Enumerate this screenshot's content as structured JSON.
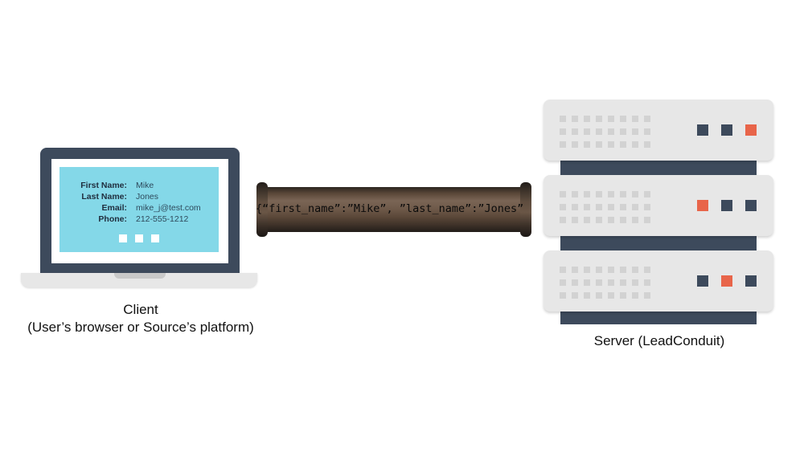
{
  "client": {
    "form": {
      "rows": [
        {
          "label": "First Name:",
          "value": "Mike"
        },
        {
          "label": "Last Name:",
          "value": "Jones"
        },
        {
          "label": "Email:",
          "value": "mike_j@test.com"
        },
        {
          "label": "Phone:",
          "value": "212-555-1212"
        }
      ]
    },
    "label_line1": "Client",
    "label_line2": "(User’s browser or Source’s platform)"
  },
  "pipe": {
    "payload": "{“first_name”:”Mike”, ”last_name”:”Jones”"
  },
  "server": {
    "label": "Server (LeadConduit)",
    "units": [
      {
        "lights": [
          "#3d4a5c",
          "#3d4a5c",
          "#e8654a"
        ]
      },
      {
        "lights": [
          "#e8654a",
          "#3d4a5c",
          "#3d4a5c"
        ]
      },
      {
        "lights": [
          "#3d4a5c",
          "#e8654a",
          "#3d4a5c"
        ]
      }
    ]
  },
  "colors": {
    "screen": "#84d8e8",
    "dark": "#3d4a5c",
    "accent": "#e8654a",
    "panel": "#e7e7e7"
  }
}
